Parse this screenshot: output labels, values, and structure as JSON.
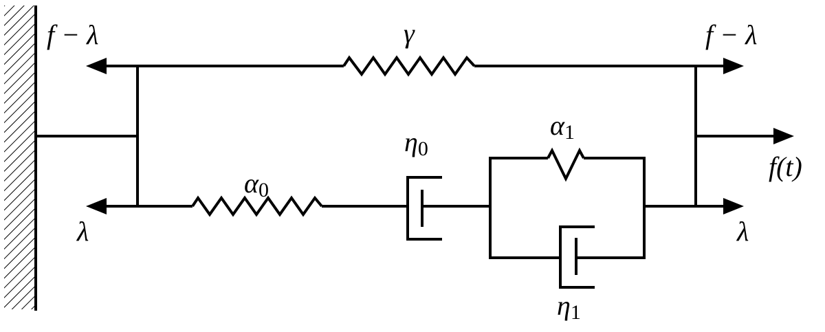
{
  "diagram": {
    "labels": {
      "top_left_force": "f − λ",
      "top_right_force": "f − λ",
      "gamma": "γ",
      "alpha0": "α",
      "alpha0_sub": "0",
      "eta0": "η",
      "eta0_sub": "0",
      "alpha1": "α",
      "alpha1_sub": "1",
      "eta1": "η",
      "eta1_sub": "1",
      "applied_force": "f(t)",
      "bottom_left_force": "λ",
      "bottom_right_force": "λ"
    },
    "color": "#000000"
  }
}
